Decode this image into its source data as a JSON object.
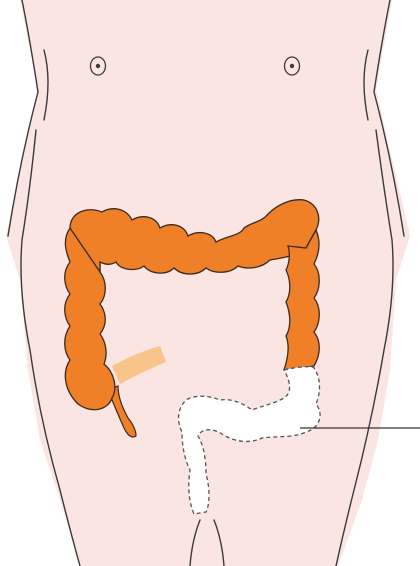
{
  "figure": {
    "subject": "torso-with-large-intestine",
    "colors": {
      "skin_fill": "#fbe5e2",
      "outline": "#3a3a3a",
      "colon": "#f08028",
      "colon_outline": "#3a2a1f",
      "removed_section": "#ffffff",
      "dashed_outline": "#555555",
      "small_bowel_stub": "#f9c48a",
      "pointer_line": "#333333"
    },
    "highlighted_part": "sigmoid-colon-and-rectum",
    "highlight_style": "dashed-white",
    "callout_label": ""
  }
}
